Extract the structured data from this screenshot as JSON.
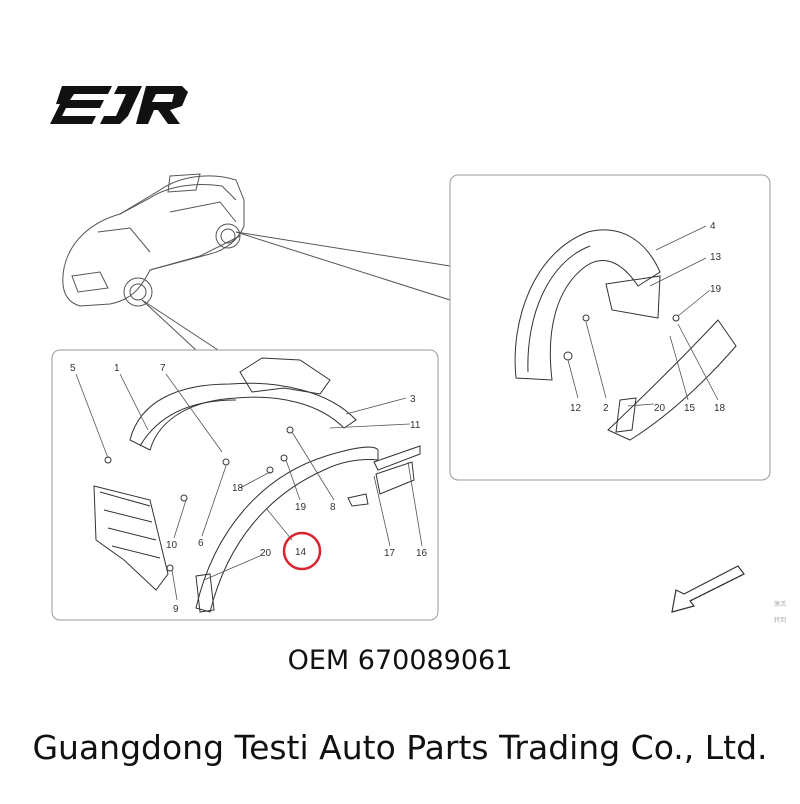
{
  "logo": {
    "text": "EJR",
    "icon": "ejr-logo-icon"
  },
  "diagram": {
    "colors": {
      "stroke": "#333333",
      "box": "#9a9a9a",
      "highlight": "#d9232d"
    },
    "highlighted_part": "14",
    "callouts_front": [
      "5",
      "1",
      "7",
      "3",
      "11",
      "18",
      "19",
      "8",
      "6",
      "10",
      "20",
      "14",
      "17",
      "16",
      "9"
    ],
    "callouts_rear": [
      "4",
      "13",
      "19",
      "12",
      "2",
      "20",
      "15",
      "18"
    ]
  },
  "watermark": [
    "激活",
    "转到"
  ],
  "oem": "OEM 670089061",
  "company": "Guangdong Testi Auto Parts Trading Co., Ltd."
}
